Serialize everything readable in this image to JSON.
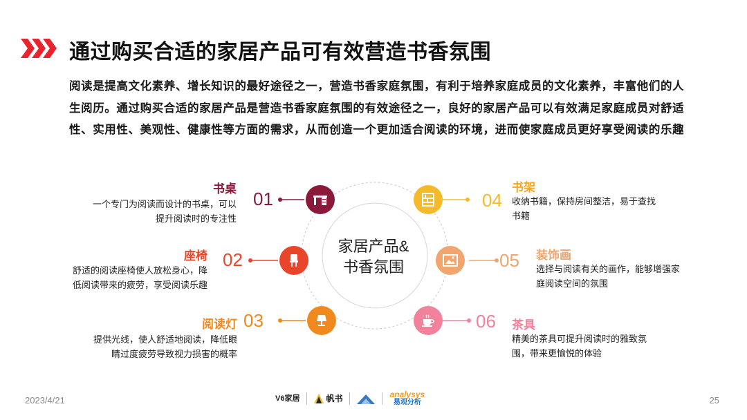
{
  "title": "通过购买合适的家居产品可有效营造书香氛围",
  "intro": "阅读是提高文化素养、增长知识的最好途径之一，营造书香家庭氛围，有利于培养家庭成员的文化素养，丰富他们的人生阅历。通过购买合适的家居产品是营造书香家庭氛围的有效途径之一，良好的家居产品可以有效满足家庭成员对舒适性、实用性、美观性、健康性等方面的需求，从而创造一个更加适合阅读的环境，进而使家庭成员更好享受阅读的乐趣",
  "center": {
    "line1": "家居产品&",
    "line2": "书香氛围"
  },
  "items": [
    {
      "num": "01",
      "title": "书桌",
      "desc": "一个专门为阅读而设计的书桌，可以提升阅读时的专注性",
      "color": "#8b1a3a",
      "icon": "desk-icon"
    },
    {
      "num": "02",
      "title": "座椅",
      "desc": "舒适的阅读座椅使人放松身心，降低阅读带来的疲劳，享受阅读乐趣",
      "color": "#e8452a",
      "icon": "chair-icon"
    },
    {
      "num": "03",
      "title": "阅读灯",
      "desc": "提供光线，使人舒适地阅读，降低眼睛过度疲劳导致视力损害的概率",
      "color": "#f08a1e",
      "icon": "lamp-icon"
    },
    {
      "num": "04",
      "title": "书架",
      "desc": "收纳书籍，保持房间整洁，易于查找书籍",
      "color": "#f5b92c",
      "icon": "bookshelf-icon"
    },
    {
      "num": "05",
      "title": "装饰画",
      "desc": "选择与阅读有关的画作，能够增强家庭阅读空间的氛围",
      "color": "#f0a66e",
      "icon": "picture-icon"
    },
    {
      "num": "06",
      "title": "茶具",
      "desc": "精美的茶具可提升阅读时的雅致氛围，带来更愉悦的体验",
      "color": "#f2829c",
      "icon": "teaware-icon"
    }
  ],
  "footer": {
    "date": "2023/4/21",
    "page": "25",
    "logos": [
      "V6家居",
      "帆书",
      "analysys",
      "易观分析"
    ]
  }
}
